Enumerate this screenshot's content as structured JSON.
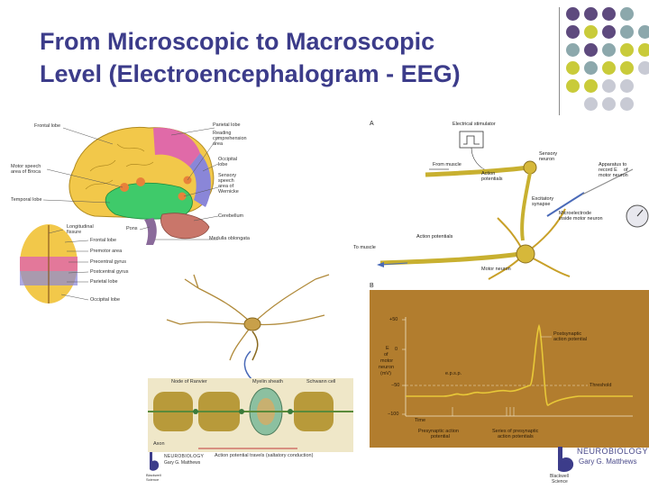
{
  "slide": {
    "title_line1": "From Microscopic to Macroscopic",
    "title_line2": "Level (Electroencephalogram - EEG)"
  },
  "colors": {
    "title": "#3c3c8a",
    "dot_purple": "#5e4a7e",
    "dot_teal": "#8ca8ac",
    "dot_yellow": "#c9cb3a",
    "dot_gray": "#c8cad4",
    "graph_background": "#b27d2e",
    "trace": "#e8c838"
  },
  "brain_labels": {
    "frontal": "Frontal lobe",
    "parietal": "Parietal lobe",
    "reading": "Reading",
    "comprehension": "comprehension",
    "area": "area",
    "occipital": "Occipital",
    "lobe": "lobe",
    "motor_speech": "Motor speech",
    "area_broca": "area of Broca",
    "sensory": "Sensory",
    "speech": "speech",
    "area_of": "area of",
    "wernicke": "Wernicke",
    "temporal": "Temporal lobe",
    "cerebellum": "Cerebellum",
    "pons": "Pons",
    "medulla": "Medulla oblongata"
  },
  "top_view_labels": {
    "longitudinal": "Longitudinal",
    "fissure": "fissure",
    "frontal": "Frontal lobe",
    "premotor": "Premotor area",
    "precentral": "Precentral gyrus",
    "postcentral": "Postcentral gyrus",
    "parietal": "Parietal lobe",
    "occipital": "Occipital lobe"
  },
  "myelin_labels": {
    "node": "Node of Ranvier",
    "myelin": "Myelin sheath",
    "axon": "Axon",
    "schwann": "Schwann cell",
    "caption": "Action potential travels (saltatory conduction)"
  },
  "panel_a": {
    "letter": "A",
    "electrical_stimulator": "Electrical stimulator",
    "sensory_neuron_1": "Sensory",
    "sensory_neuron_2": "neuron",
    "from_muscle": "From muscle",
    "action_1": "Action",
    "action_2": "potentials",
    "excitatory_1": "Excitatory",
    "excitatory_2": "synapse",
    "apparatus_1": "Apparatus to",
    "apparatus_2": "record E",
    "apparatus_3": "of",
    "apparatus_4": "motor neuron",
    "microelectrode_1": "Microelectrode",
    "microelectrode_2": "inside motor neuron",
    "action_potentials": "Action potentials",
    "to_muscle": "To muscle",
    "motor_neuron": "Motor neuron"
  },
  "panel_b": {
    "letter": "B",
    "ylabel_1": "E",
    "ylabel_2": "of",
    "ylabel_3": "motor",
    "ylabel_4": "neuron",
    "ylabel_5": "(mV)",
    "tick_top": "+50",
    "tick_zero": "0",
    "tick_m50": "−50",
    "tick_m100": "−100",
    "threshold": "Threshold",
    "postsynaptic_1": "Postsynaptic",
    "postsynaptic_2": "action potential",
    "epsp": "e.p.s.p.",
    "time": "Time",
    "presyn_1": "Presynaptic action",
    "presyn_2": "potential",
    "series_1": "Series of presynaptic",
    "series_2": "action potentials"
  },
  "publisher": {
    "neurobiology": "NEUROBIOLOGY",
    "author": "Gary G. Matthews",
    "blackwell": "Blackwell",
    "science": "Science"
  }
}
